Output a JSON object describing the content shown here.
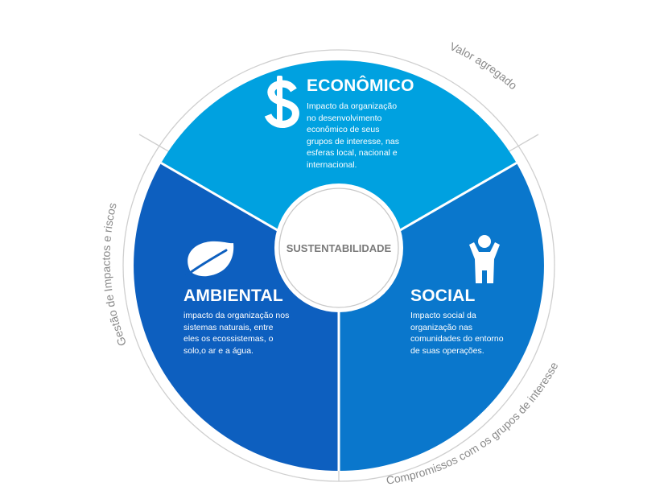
{
  "colors": {
    "economico": "#00A1E0",
    "ambiental": "#0D5FBF",
    "social": "#0A77CC",
    "ring": "#c8c8c8",
    "center_text": "#7a7a7a",
    "arc_text": "#8a8a8a"
  },
  "center": {
    "label": "SUSTENTABILIDADE"
  },
  "sectors": {
    "economico": {
      "title": "ECONÔMICO",
      "icon": "dollar-icon",
      "lines": [
        "Impacto da organização",
        "no desenvolvimento",
        "econômico de seus",
        "grupos de interesse, nas",
        "esferas local, nacional e",
        "internacional."
      ]
    },
    "ambiental": {
      "title": "AMBIENTAL",
      "icon": "leaf-icon",
      "lines": [
        "impacto da organização nos",
        "sistemas naturais, entre",
        "eles os ecossistemas, o",
        "solo,o ar e a água."
      ]
    },
    "social": {
      "title": "SOCIAL",
      "icon": "person-icon",
      "lines": [
        "Impacto social da",
        "organização nas",
        "comunidades do entorno",
        "de suas operações."
      ]
    }
  },
  "outer_labels": {
    "top_right": "Valor agregado",
    "left": "Gestão de Impactos e riscos",
    "bottom_right": "Compromissos com os grupos de interesse"
  }
}
